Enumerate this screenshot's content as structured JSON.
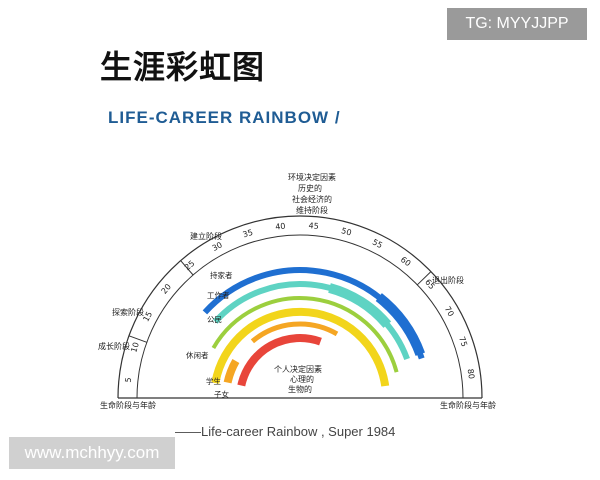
{
  "title": "生涯彩虹图",
  "subtitle": "LIFE-CAREER RAINBOW  /",
  "citation": "——Life-career Rainbow , Super  1984",
  "watermarks": {
    "top": "TG: MYYJJPP",
    "bottom": "www.mchhyy.com"
  },
  "outer_factors": [
    "环境决定因素",
    "历史的",
    "社会经济的"
  ],
  "inner_factors": [
    "个人决定因素",
    "心理的",
    "生物的"
  ],
  "stages": {
    "growth": "成长阶段",
    "exploration": "探索阶段",
    "establishment": "建立阶段",
    "maintenance": "维持阶段",
    "decline": "退出阶段"
  },
  "axis_labels": {
    "left": "生命阶段与年龄",
    "right": "生命阶段与年龄"
  },
  "ages": [
    "5",
    "10",
    "15",
    "20",
    "25",
    "30",
    "35",
    "40",
    "45",
    "50",
    "55",
    "60",
    "65",
    "70",
    "75",
    "80"
  ],
  "roles": [
    "子女",
    "学生",
    "休闲者",
    "公民",
    "工作者",
    "持家者"
  ],
  "colors": {
    "子女": "#e8453a",
    "学生": "#f5a623",
    "休闲者": "#f2d51b",
    "公民": "#9ccf3e",
    "工作者": "#5ed3c3",
    "持家者": "#1f6fd1"
  }
}
